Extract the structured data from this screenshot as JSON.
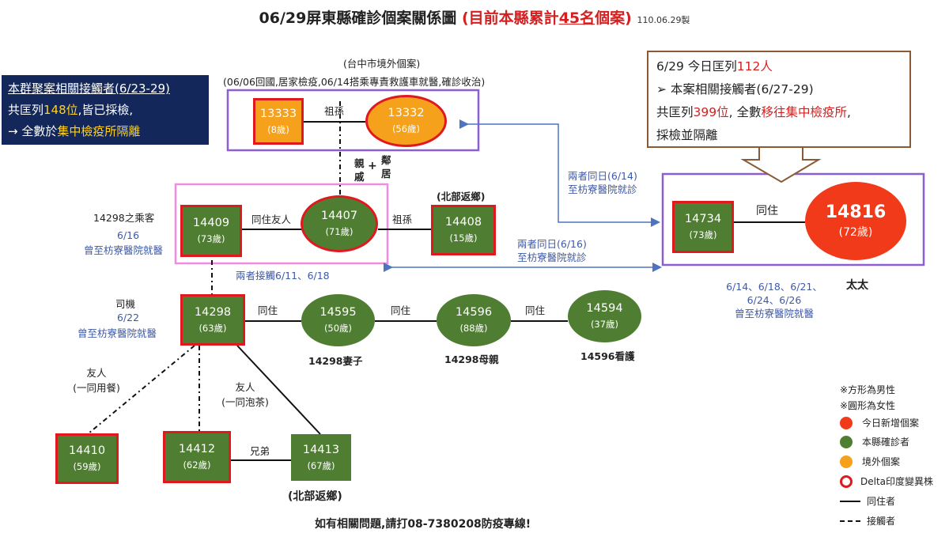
{
  "title": {
    "main": "06/29屏東縣確診個案關係圖",
    "red_pre": "(目前本縣累計",
    "red_num": "45名",
    "red_post": "個案)",
    "date": "110.06.29製"
  },
  "summary_box": {
    "line1": "本群聚案相關接觸者(6/23-29)",
    "line2_a": "共匡列",
    "line2_num": "148位",
    "line2_b": ",皆已採檢,",
    "line3_a": "→ 全數於",
    "line3_hl": "集中檢疫所隔離"
  },
  "callout": {
    "line1_a": "6/29 今日匡列",
    "line1_num": "112人",
    "line2": "➢ 本案相關接觸者(6/27-29)",
    "line3_a": "共匡列",
    "line3_num": "399位",
    "line3_b": ", 全數",
    "line3_hl": "移往集中檢疫所",
    "line3_c": ",",
    "line4": "採檢並隔離"
  },
  "cases": {
    "c13333": {
      "id": "13333",
      "age": "(8歲)"
    },
    "c13332": {
      "id": "13332",
      "age": "(56歲)"
    },
    "c14409": {
      "id": "14409",
      "age": "(73歲)"
    },
    "c14407": {
      "id": "14407",
      "age": "(71歲)"
    },
    "c14408": {
      "id": "14408",
      "age": "(15歲)"
    },
    "c14734": {
      "id": "14734",
      "age": "(73歲)"
    },
    "c14816": {
      "id": "14816",
      "age": "(72歲)"
    },
    "c14298": {
      "id": "14298",
      "age": "(63歲)"
    },
    "c14595": {
      "id": "14595",
      "age": "(50歲)"
    },
    "c14596": {
      "id": "14596",
      "age": "(88歲)"
    },
    "c14594": {
      "id": "14594",
      "age": "(37歲)"
    },
    "c14410": {
      "id": "14410",
      "age": "(59歲)"
    },
    "c14412": {
      "id": "14412",
      "age": "(62歲)"
    },
    "c14413": {
      "id": "14413",
      "age": "(67歲)"
    }
  },
  "labels": {
    "taichung": "(台中市境外個案)",
    "taichung_detail": "(06/06回國,居家檢疫,06/14搭乘專責救護車就醫,確診收治)",
    "grandkid1": "祖孫",
    "relatives_a": "親",
    "relatives_b": "戚",
    "plus": "+",
    "neighbor_a": "鄰",
    "neighbor_b": "居",
    "north_return1": "(北部返鄉)",
    "passenger": "14298之乘客",
    "date_616": "6/16",
    "hospital_616": "曾至枋寮醫院就醫",
    "cohabit_friend": "同住友人",
    "grandkid2": "祖孫",
    "contact_611": "兩者接觸6/11、6/18",
    "same_day_614_a": "兩者同日(6/14)",
    "same_day_614_b": "至枋寮醫院就診",
    "same_day_616_a": "兩者同日(6/16)",
    "same_day_616_b": "至枋寮醫院就診",
    "cohabit_right": "同住",
    "wife_label": "太太",
    "dates_right_a": "6/14、6/18、6/21、",
    "dates_right_b": "6/24、6/26",
    "hospital_right": "曾至枋寮醫院就醫",
    "driver": "司機",
    "date_622": "6/22",
    "hospital_622": "曾至枋寮醫院就醫",
    "cohabit1": "同住",
    "cohabit2": "同住",
    "cohabit3": "同住",
    "wife": "14298妻子",
    "mother": "14298母親",
    "caregiver": "14596看護",
    "friend1_a": "友人",
    "friend1_b": "(一同用餐)",
    "friend2_a": "友人",
    "friend2_b": "(一同泡茶)",
    "brothers": "兄弟",
    "north_return2": "(北部返鄉)",
    "hotline": "如有相關問題,請打08-7380208防疫專線!"
  },
  "legend": {
    "male": "※方形為男性",
    "female": "※圓形為女性",
    "new_today": "今日新增個案",
    "county": "本縣確診者",
    "imported": "境外個案",
    "delta": "Delta印度變異株",
    "cohabit": "同住者",
    "contact": "接觸者"
  },
  "colors": {
    "new_case": "#f13a1a",
    "county_case": "#4f7e32",
    "imported_case": "#f5a11c",
    "delta_border": "#e0191e",
    "purple_frame": "#8b5fd1",
    "pink_frame": "#f08ce0",
    "arrow_blue": "#4d74c0"
  }
}
